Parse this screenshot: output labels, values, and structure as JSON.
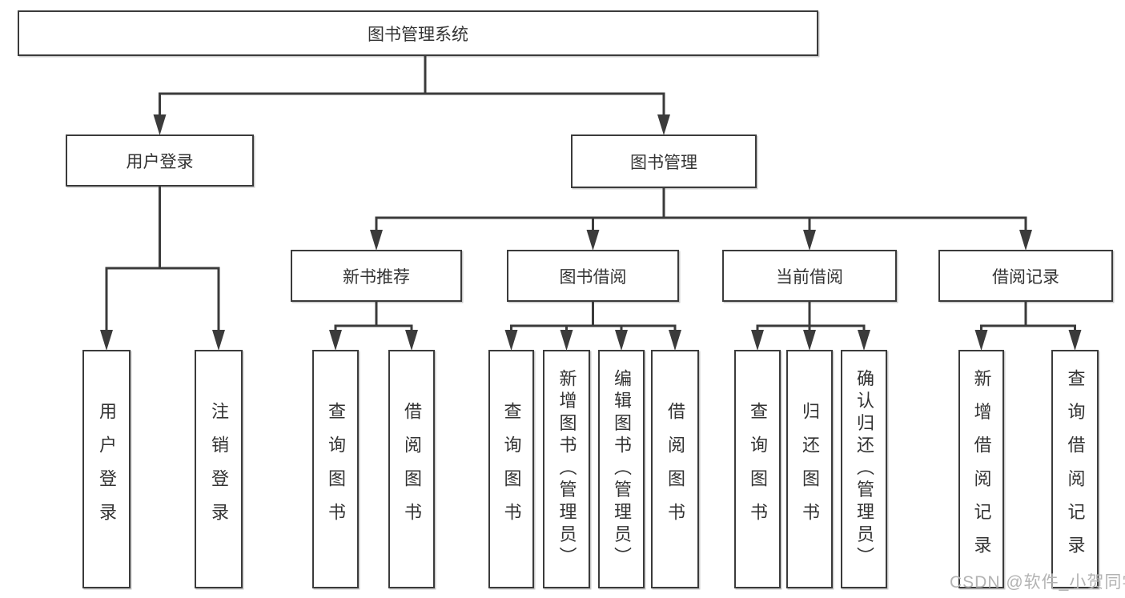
{
  "diagram": {
    "watermark": "CSDN @软件_小贺同学",
    "colors": {
      "line": "#3b3b3b",
      "box_border": "#3b3b3b",
      "box_bg": "#ffffff",
      "text": "#333333",
      "watermark": "#b3b3b3",
      "background": "#ffffff"
    },
    "nodes": [
      {
        "id": "root",
        "label": "图书管理系统"
      },
      {
        "id": "user-login",
        "label": "用户登录",
        "parent": "root"
      },
      {
        "id": "book-mgmt",
        "label": "图书管理",
        "parent": "root"
      },
      {
        "id": "new-book-rec",
        "label": "新书推荐",
        "parent": "book-mgmt"
      },
      {
        "id": "book-borrow",
        "label": "图书借阅",
        "parent": "book-mgmt"
      },
      {
        "id": "current-borrow",
        "label": "当前借阅",
        "parent": "book-mgmt"
      },
      {
        "id": "borrow-record",
        "label": "借阅记录",
        "parent": "book-mgmt"
      },
      {
        "id": "leaf-user-login",
        "label": "用户登录",
        "parent": "user-login"
      },
      {
        "id": "leaf-logout",
        "label": "注销登录",
        "parent": "user-login"
      },
      {
        "id": "leaf-query-book-1",
        "label": "查询图书",
        "parent": "new-book-rec"
      },
      {
        "id": "leaf-borrow-book-1",
        "label": "借阅图书",
        "parent": "new-book-rec"
      },
      {
        "id": "leaf-query-book-2",
        "label": "查询图书",
        "parent": "book-borrow"
      },
      {
        "id": "leaf-add-book",
        "label": "新增图书（管理员）",
        "parent": "book-borrow"
      },
      {
        "id": "leaf-edit-book",
        "label": "编辑图书（管理员）",
        "parent": "book-borrow"
      },
      {
        "id": "leaf-borrow-book-2",
        "label": "借阅图书",
        "parent": "book-borrow"
      },
      {
        "id": "leaf-query-book-3",
        "label": "查询图书",
        "parent": "current-borrow"
      },
      {
        "id": "leaf-return-book",
        "label": "归还图书",
        "parent": "current-borrow"
      },
      {
        "id": "leaf-confirm-return",
        "label": "确认归还（管理员）",
        "parent": "current-borrow"
      },
      {
        "id": "leaf-add-borrow-record",
        "label": "新增借阅记录",
        "parent": "borrow-record"
      },
      {
        "id": "leaf-query-borrow-record",
        "label": "查询借阅记录",
        "parent": "borrow-record"
      }
    ]
  }
}
